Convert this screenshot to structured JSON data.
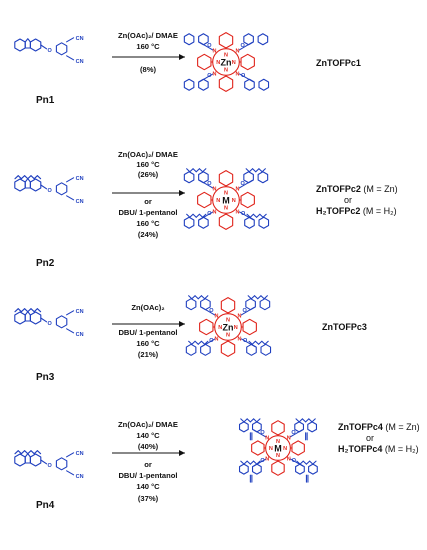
{
  "rows": [
    {
      "precursor": "Pn1",
      "conditions": [
        "Zn(OAc)₂/ DMAE",
        "160 °C",
        "(8%)"
      ],
      "product": [
        {
          "bold": "ZnTOFPc1",
          "normal": ""
        }
      ],
      "metal": "Zn"
    },
    {
      "precursor": "Pn2",
      "conditions": [
        "Zn(OAc)₂/ DMAE",
        "160 °C",
        "(26%)",
        "or",
        "DBU/ 1-pentanol",
        "160 °C",
        "(24%)"
      ],
      "product": [
        {
          "bold": "ZnTOFPc2",
          "normal": " (M = Zn)"
        },
        {
          "bold": "",
          "normal": "or"
        },
        {
          "bold": "H₂TOFPc2",
          "normal": " (M = H₂)"
        }
      ],
      "metal": "M"
    },
    {
      "precursor": "Pn3",
      "conditions": [
        "Zn(OAc)₂",
        "DBU/ 1-pentanol",
        "160 °C",
        "(21%)"
      ],
      "product": [
        {
          "bold": "ZnTOFPc3",
          "normal": ""
        }
      ],
      "metal": "Zn"
    },
    {
      "precursor": "Pn4",
      "conditions": [
        "Zn(OAc)₂/ DMAE",
        "140 °C",
        "(40%)",
        "or",
        "DBU/ 1-pentanol",
        "140 °C",
        "(37%)"
      ],
      "product": [
        {
          "bold": "ZnTOFPc4",
          "normal": " (M = Zn)"
        },
        {
          "bold": "",
          "normal": "or"
        },
        {
          "bold": "H₂TOFPc4",
          "normal": " (M = H₂)"
        }
      ],
      "metal": "M"
    }
  ],
  "atoms": {
    "nitrogen": "N",
    "oxygen": "O",
    "cyano": "CN"
  },
  "colors": {
    "precursor": "#1f3fbf",
    "core": "#e0241b",
    "text": "#111111"
  }
}
